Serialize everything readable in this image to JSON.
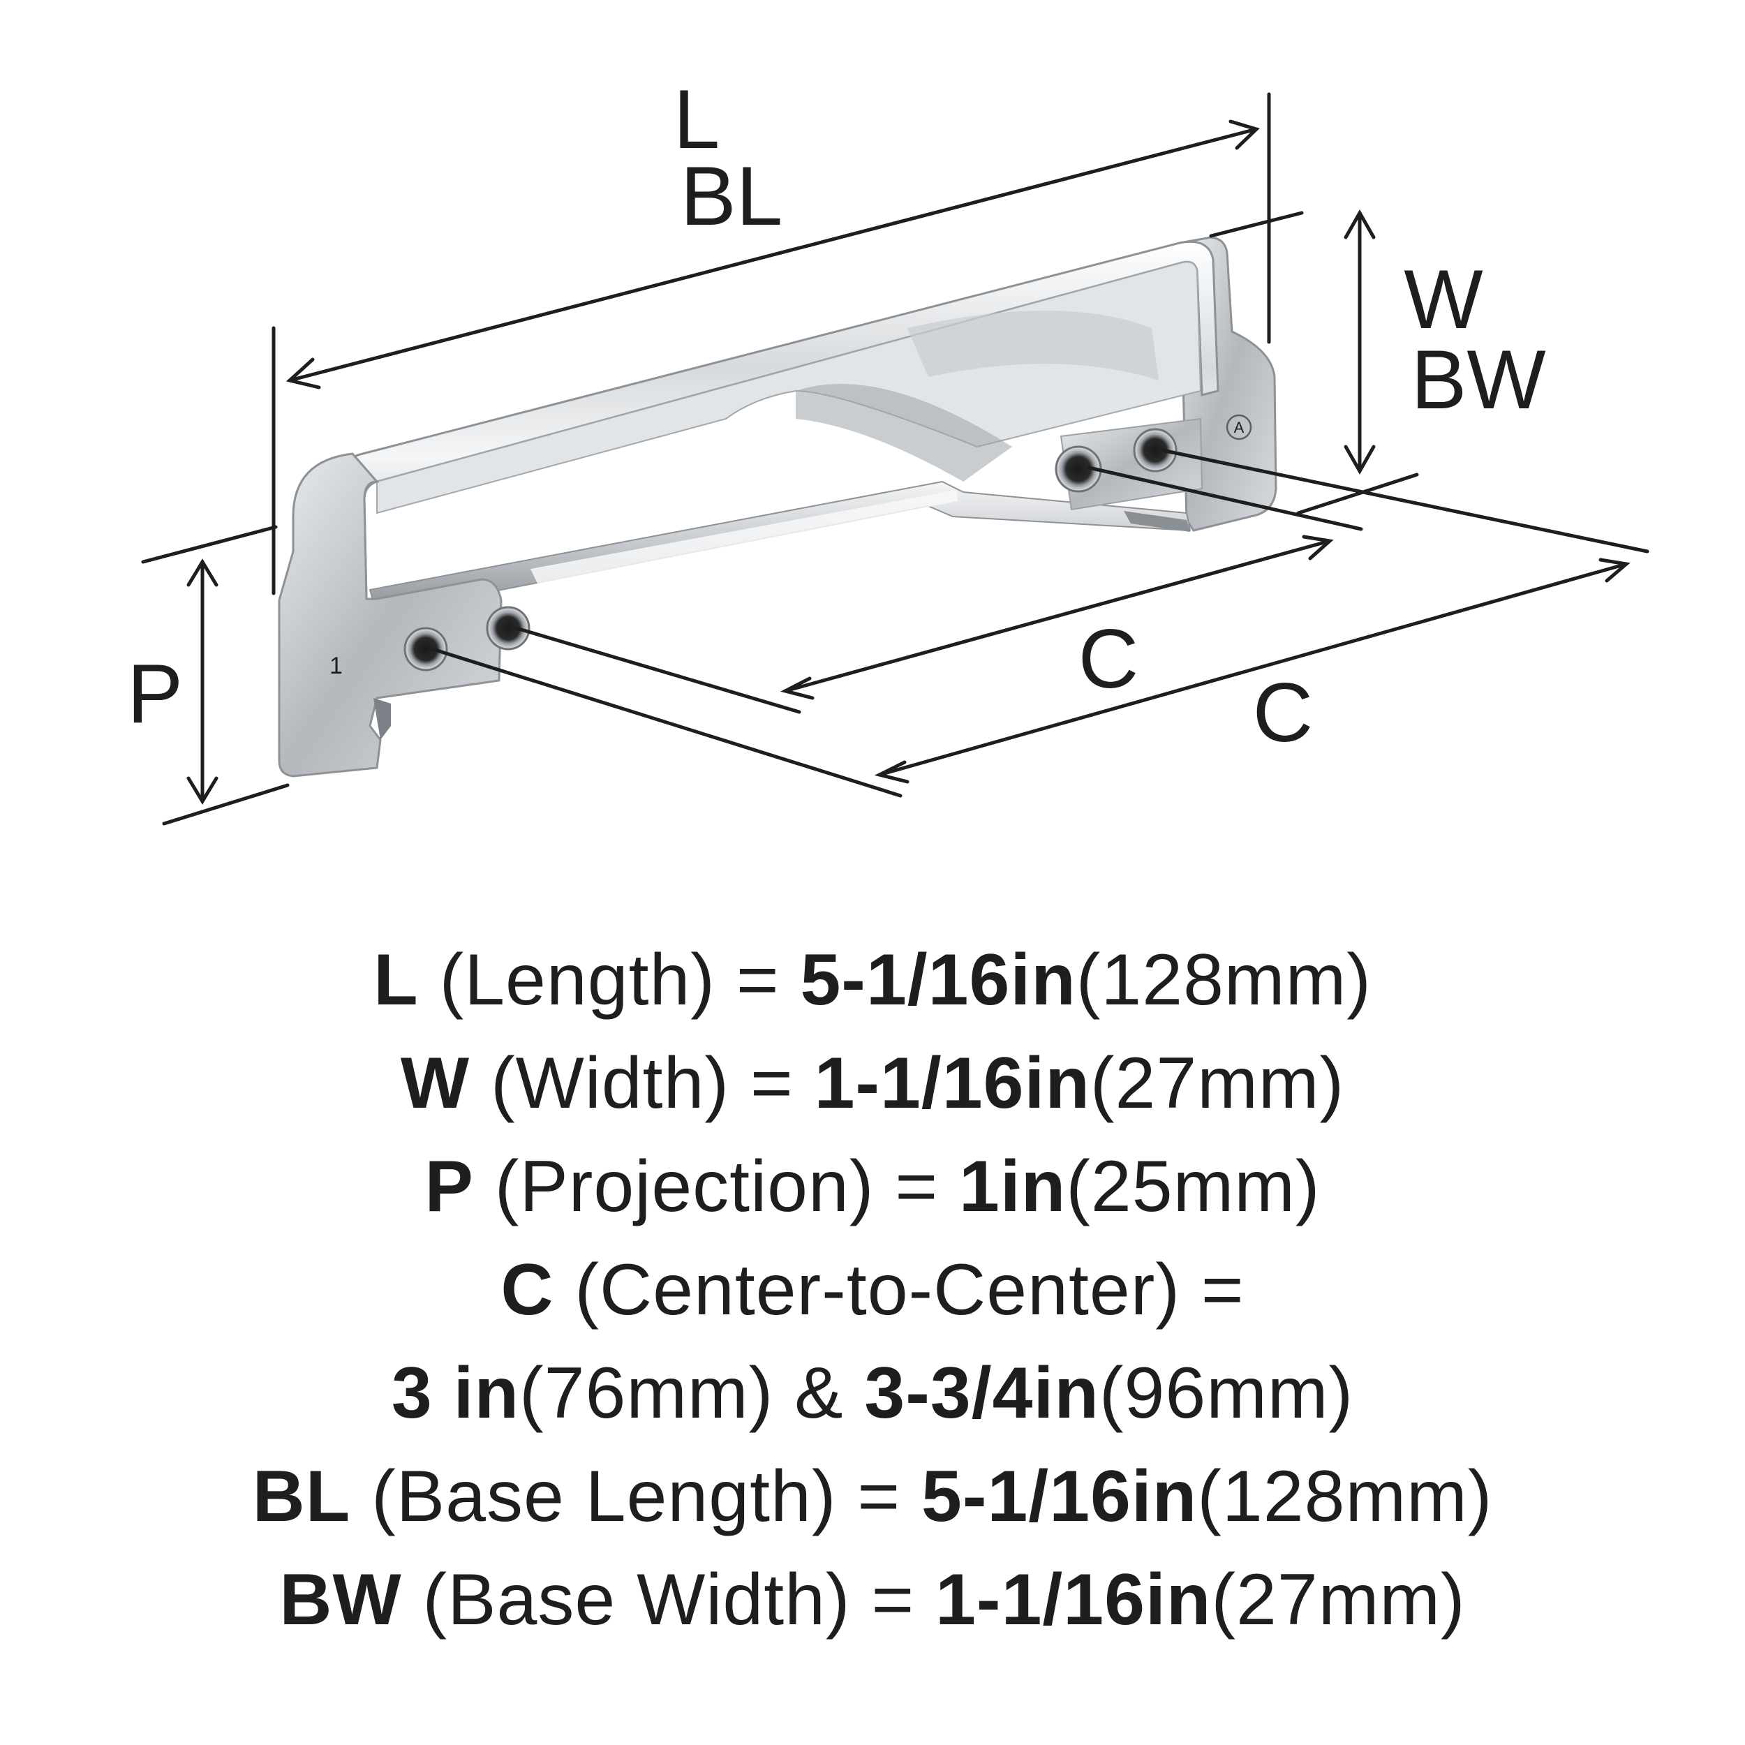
{
  "diagram": {
    "labels": {
      "length_code": "L",
      "base_length_code": "BL",
      "width_code": "W",
      "base_width_code": "BW",
      "projection_code": "P",
      "center_short_code": "C",
      "center_long_code": "C"
    },
    "mark": "A",
    "part_mark": "1"
  },
  "specs": [
    {
      "code": "L",
      "desc": " (Length) = ",
      "value": "5-1/16in",
      "metric": "(128mm)"
    },
    {
      "code": "W",
      "desc": " (Width) = ",
      "value": "1-1/16in",
      "metric": "(27mm)"
    },
    {
      "code": "P",
      "desc": " (Projection) = ",
      "value": "1in",
      "metric": "(25mm)"
    },
    {
      "code": "C",
      "desc": " (Center-to-Center) ="
    },
    {
      "v1": "3 in",
      "m1": "(76mm)",
      "amp": " & ",
      "v2": "3-3/4in",
      "m2": "(96mm)"
    },
    {
      "code": "BL",
      "desc": " (Base Length) = ",
      "value": "5-1/16in",
      "metric": "(128mm)"
    },
    {
      "code": "BW",
      "desc": " (Base Width) = ",
      "value": "1-1/16in",
      "metric": "(27mm)"
    }
  ],
  "colors": {
    "ink": "#1e1e1e",
    "chrome_light": "#eef0f2",
    "chrome_mid": "#b9bdc2",
    "chrome_dark": "#6e7378"
  }
}
